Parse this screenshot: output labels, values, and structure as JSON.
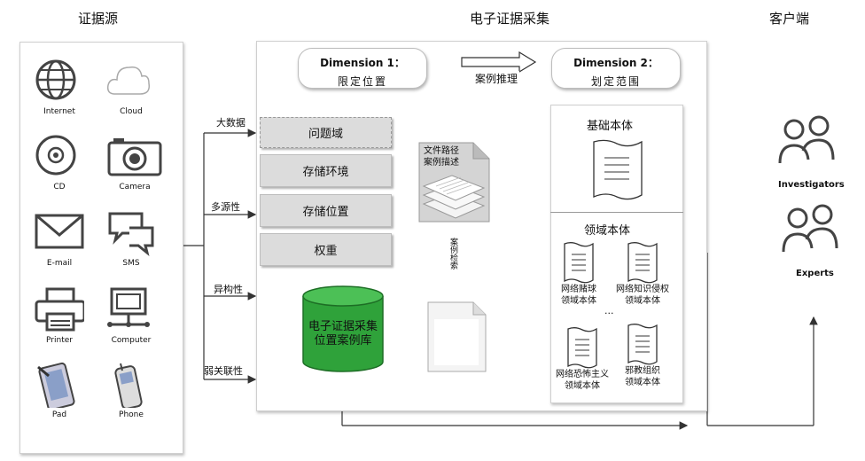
{
  "headings": {
    "source": "证据源",
    "collection": "电子证据采集",
    "client": "客户端"
  },
  "devices": [
    {
      "label": "Internet",
      "icon": "globe-icon"
    },
    {
      "label": "Cloud",
      "icon": "cloud-icon"
    },
    {
      "label": "CD",
      "icon": "cd-icon"
    },
    {
      "label": "Camera",
      "icon": "camera-icon"
    },
    {
      "label": "E-mail",
      "icon": "envelope-icon"
    },
    {
      "label": "SMS",
      "icon": "speech-bubbles-icon"
    },
    {
      "label": "Printer",
      "icon": "printer-icon"
    },
    {
      "label": "Computer",
      "icon": "computer-icon"
    },
    {
      "label": "Pad",
      "icon": "tablet-icon"
    },
    {
      "label": "Phone",
      "icon": "phone-icon"
    }
  ],
  "branches": [
    "大数据",
    "多源性",
    "异构性",
    "弱关联性"
  ],
  "dimension1": {
    "title": "Dimension 1：",
    "subtitle": "限定位置"
  },
  "dimension2": {
    "title": "Dimension 2：",
    "subtitle": "划定范围"
  },
  "inference": "案例推理",
  "factors": [
    "问题域",
    "存储环境",
    "存储位置",
    "权重"
  ],
  "file_desc": [
    "文件路径",
    "案例描述"
  ],
  "retrieval": "案例检索",
  "database": [
    "电子证据采集",
    "位置案例库"
  ],
  "ontology": {
    "base": "基础本体",
    "domain": "领域本体",
    "items": [
      [
        "网络赌球",
        "领域本体"
      ],
      [
        "网络知识侵权",
        "领域本体"
      ],
      [
        "网络恐怖主义",
        "领域本体"
      ],
      [
        "邪教组织",
        "领域本体"
      ]
    ],
    "ellipsis": "..."
  },
  "clients": [
    "Investigators",
    "Experts"
  ],
  "colors": {
    "db_green": "#2fa23a",
    "chip_gray": "#dcdcdc"
  }
}
